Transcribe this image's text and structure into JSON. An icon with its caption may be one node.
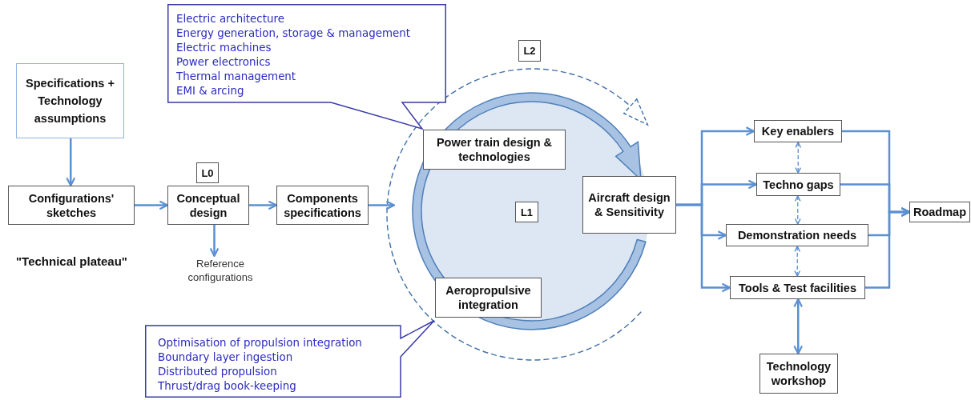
{
  "diagram": {
    "nodes": [
      {
        "text": [
          "Specifications + Technology assumptions"
        ]
      },
      {
        "text": [
          "Configurations' sketches"
        ]
      },
      {
        "text": [
          "Conceptual design"
        ]
      },
      {
        "text": [
          "L0"
        ]
      },
      {
        "text": [
          "Components specifications"
        ]
      },
      {
        "text": [
          "L1"
        ]
      },
      {
        "text": [
          "L2"
        ]
      },
      {
        "text": [
          "Electric architecture",
          "Energy generation, storage & management",
          "Electric machines",
          "Power electronics",
          "Thermal management",
          "EMI & arcing"
        ]
      },
      {
        "text": [
          "Power train design & technologies"
        ]
      },
      {
        "text": [
          "Aircraft design & Sensitivity"
        ]
      },
      {
        "text": [
          "Aeropropulsive integration"
        ]
      },
      {
        "text": [
          "Optimisation of propulsion integration",
          "Boundary layer ingestion",
          "Distributed propulsion",
          "Thrust/drag book-keeping"
        ]
      },
      {
        "text": [
          "Key enablers"
        ]
      },
      {
        "text": [
          "Techno gaps"
        ]
      },
      {
        "text": [
          "Demonstration needs"
        ]
      },
      {
        "text": [
          "Tools & Test facilities"
        ]
      },
      {
        "text": [
          "Roadmap"
        ]
      },
      {
        "text": [
          "Technology workshop"
        ]
      },
      {
        "text": [
          "Reference configurations"
        ]
      }
    ],
    "edges": [
      {
        "from": 0,
        "to": 1,
        "arrow": "to"
      },
      {
        "from": 1,
        "to": 2,
        "arrow": "to"
      },
      {
        "from": 2,
        "to": 4,
        "arrow": "to"
      },
      {
        "from": 2,
        "to": 18,
        "arrow": "to"
      },
      {
        "from": 4,
        "to": null,
        "arrow": "to"
      },
      {
        "from": 9,
        "to": 12,
        "arrow": "to"
      },
      {
        "from": 9,
        "to": 13,
        "arrow": "to"
      },
      {
        "from": 9,
        "to": 14,
        "arrow": "to"
      },
      {
        "from": 9,
        "to": 15,
        "arrow": "to"
      },
      {
        "from": 12,
        "to": 16,
        "arrow": "to"
      },
      {
        "from": 13,
        "to": 16,
        "arrow": "to"
      },
      {
        "from": 14,
        "to": 16,
        "arrow": "to"
      },
      {
        "from": 15,
        "to": 16,
        "arrow": "to"
      },
      {
        "from": 12,
        "to": 13,
        "arrow": "both",
        "style": "dashed"
      },
      {
        "from": 13,
        "to": 14,
        "arrow": "both",
        "style": "dashed"
      },
      {
        "from": 14,
        "to": 15,
        "arrow": "both",
        "style": "dashed"
      },
      {
        "from": 15,
        "to": 17,
        "arrow": "both"
      }
    ],
    "labels": [
      "\"Technical plateau\""
    ]
  }
}
